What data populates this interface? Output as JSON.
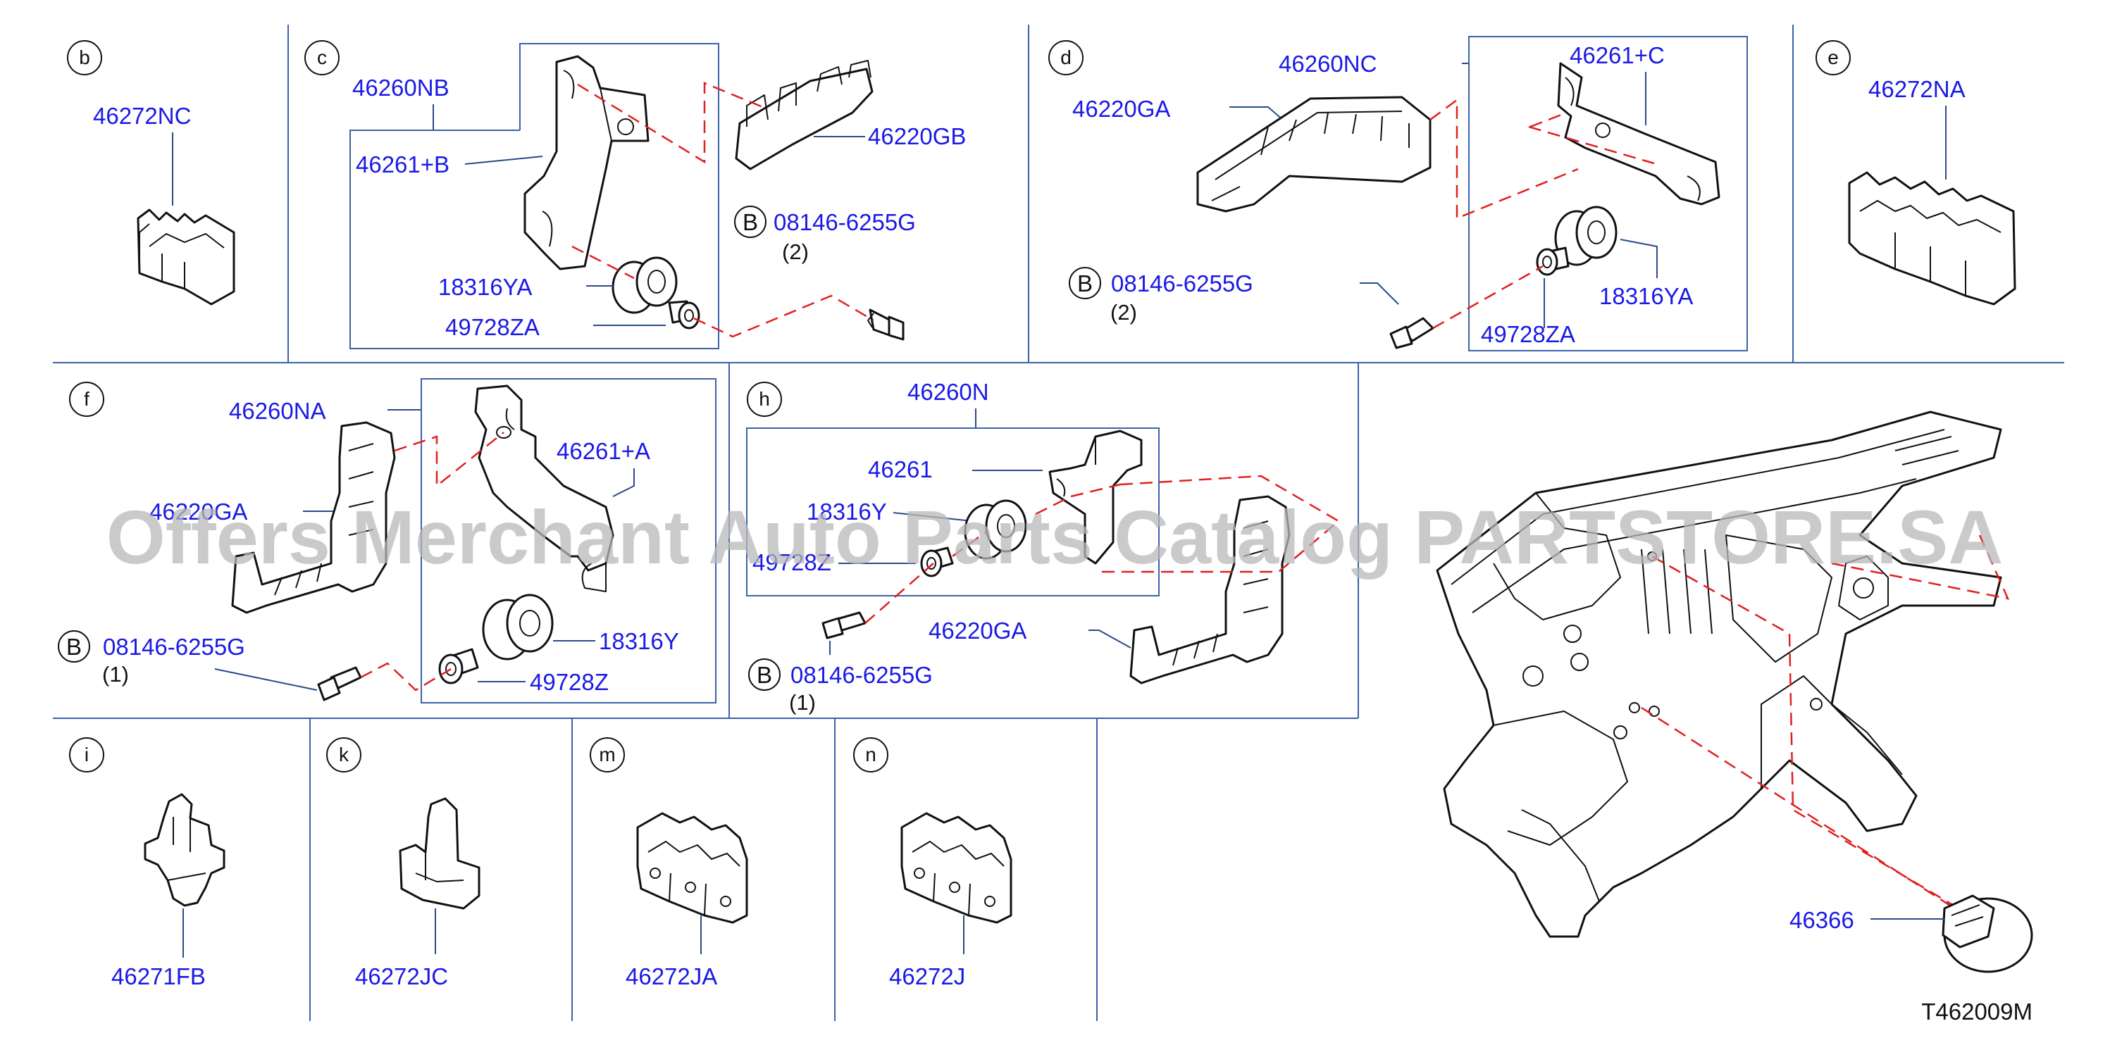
{
  "sections": {
    "b": {
      "letter": "b",
      "parts": {
        "p1": "46272NC"
      }
    },
    "c": {
      "letter": "c",
      "parts": {
        "p1": "46260NB",
        "p2": "46261+B",
        "p3": "46220GB",
        "p4": "18316YA",
        "p5": "49728ZA"
      },
      "bolt": {
        "code": "B",
        "part": "08146-6255G",
        "qty": "(2)"
      }
    },
    "d": {
      "letter": "d",
      "parts": {
        "p1": "46260NC",
        "p2": "46261+C",
        "p3": "46220GA",
        "p4": "18316YA",
        "p5": "49728ZA"
      },
      "bolt": {
        "code": "B",
        "part": "08146-6255G",
        "qty": "(2)"
      }
    },
    "e": {
      "letter": "e",
      "parts": {
        "p1": "46272NA"
      }
    },
    "f": {
      "letter": "f",
      "parts": {
        "p1": "46260NA",
        "p2": "46261+A",
        "p3": "46220GA",
        "p4": "18316Y",
        "p5": "49728Z"
      },
      "bolt": {
        "code": "B",
        "part": "08146-6255G",
        "qty": "(1)"
      }
    },
    "h": {
      "letter": "h",
      "parts": {
        "p1": "46260N",
        "p2": "46261",
        "p3": "18316Y",
        "p4": "49728Z",
        "p5": "46220GA"
      },
      "bolt": {
        "code": "B",
        "part": "08146-6255G",
        "qty": "(1)"
      }
    },
    "i": {
      "letter": "i",
      "parts": {
        "p1": "46271FB"
      }
    },
    "k": {
      "letter": "k",
      "parts": {
        "p1": "46272JC"
      }
    },
    "m": {
      "letter": "m",
      "parts": {
        "p1": "46272JA"
      }
    },
    "n": {
      "letter": "n",
      "parts": {
        "p1": "46272J"
      }
    },
    "body": {
      "parts": {
        "p1": "46366"
      }
    }
  },
  "diagram_id": "T462009M",
  "watermark": "Offers Merchant Auto Parts Catalog PARTSTORE.SA",
  "colors": {
    "part_number": "#1a1ae6",
    "grid_line": "#3a62a8",
    "dashed_line": "#e02020",
    "outline": "#111111"
  }
}
